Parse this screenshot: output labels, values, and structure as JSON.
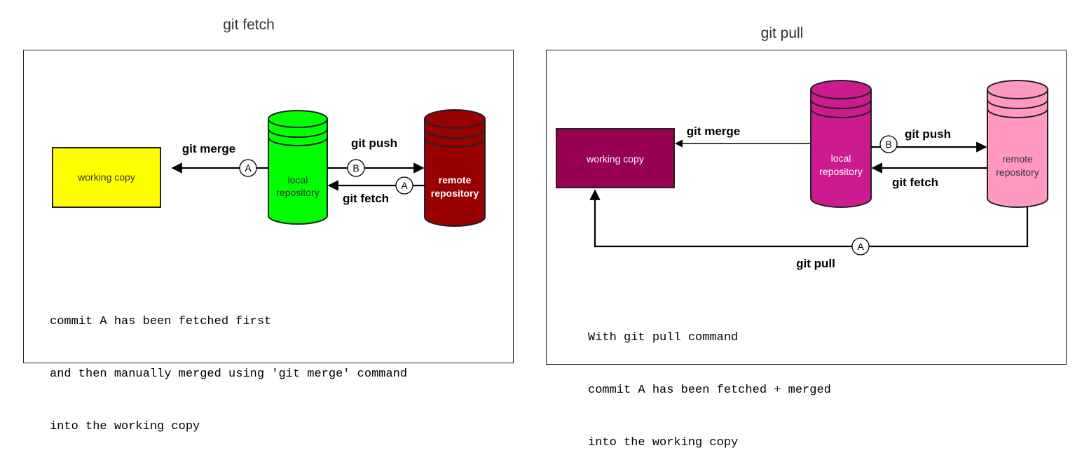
{
  "fetch_panel": {
    "title": "git fetch",
    "working_copy": "working copy",
    "local_repo": [
      "local",
      "repository"
    ],
    "remote_repo": [
      "remote",
      "repository"
    ],
    "label_merge": "git merge",
    "label_push": "git push",
    "label_fetch": "git fetch",
    "commit_merge": "A",
    "commit_push": "B",
    "commit_fetch": "A",
    "description": [
      "commit A has been fetched first",
      "and then manually merged using 'git merge' command",
      "into the working copy"
    ],
    "colors": {
      "working_copy": "#ffff00",
      "local_repo": "#00ff00",
      "remote_repo": "#990000"
    }
  },
  "pull_panel": {
    "title": "git pull",
    "working_copy": "working copy",
    "local_repo": [
      "local",
      "repository"
    ],
    "remote_repo": [
      "remote",
      "repository"
    ],
    "label_merge": "git merge",
    "label_push": "git push",
    "label_fetch": "git fetch",
    "label_pull": "git pull",
    "commit_push": "B",
    "commit_pull": "A",
    "description": [
      "With git pull command",
      "commit A has been fetched + merged",
      "into the working copy"
    ],
    "colors": {
      "working_copy": "#990052",
      "local_repo": "#cc1a8f",
      "remote_repo": "#ff99c2"
    }
  }
}
